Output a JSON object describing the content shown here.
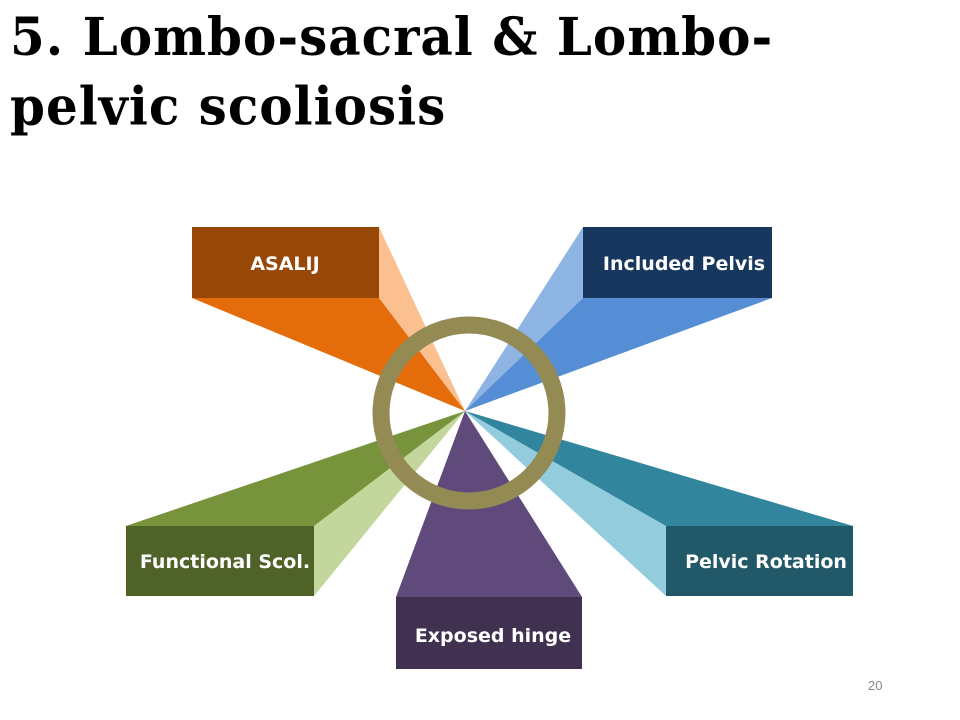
{
  "slide": {
    "title": "5. Lombo-sacral & Lombo-pelvic scoliosis",
    "page_number": "20"
  },
  "diagram": {
    "hub_color": "#948a54",
    "items": [
      {
        "label": "ASALIJ",
        "box_color": "#974706",
        "ray_color": "#e46c0a",
        "side_color": "#fac090"
      },
      {
        "label": "Included Pelvis",
        "box_color": "#17375e",
        "ray_color": "#558ed5",
        "side_color": "#8eb4e3"
      },
      {
        "label": "Functional Scol.",
        "box_color": "#4f6228",
        "ray_color": "#77933c",
        "side_color": "#c3d69b"
      },
      {
        "label": "Exposed hinge",
        "box_color": "#403151",
        "ray_color": "#604a7b",
        "side_color": "#604a7b"
      },
      {
        "label": "Pelvic Rotation",
        "box_color": "#215968",
        "ray_color": "#31859c",
        "side_color": "#93cddd"
      }
    ]
  }
}
